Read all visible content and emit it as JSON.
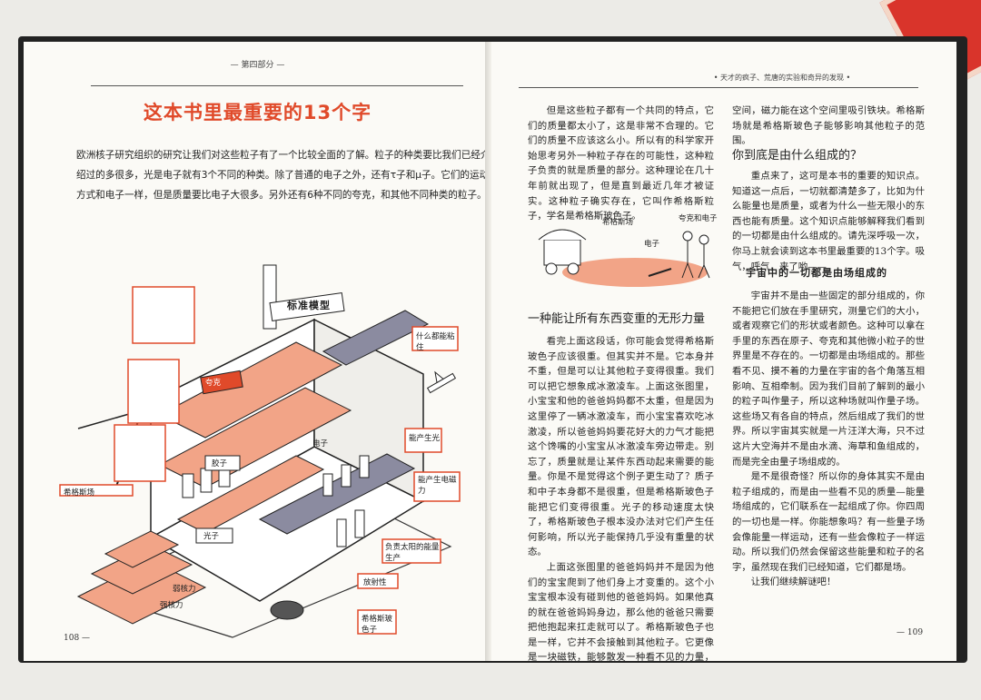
{
  "left_page": {
    "running_head": "— 第四部分 —",
    "title": "这本书里最重要的13个字",
    "intro": "欧洲核子研究组织的研究让我们对这些粒子有了一个比较全面的了解。粒子的种类要比我们已经介绍过的多很多，光是电子就有3个不同的种类。除了普通的电子之外，还有τ子和μ子。它们的运动方式和电子一样，但是质量要比电子大很多。另外还有6种不同的夸克，和其他不同种类的粒子。",
    "page_number": "108 —",
    "illustration_labels": {
      "standard_model": "标准模型",
      "quark": "夸克",
      "electron": "电子",
      "gluon": "胶子",
      "photon": "光子",
      "what_connects": "什么都能粘住",
      "can_produce_light": "能产生光",
      "can_produce_em": "能产生电磁力",
      "weak_force": "弱核力",
      "strong_force": "强核力",
      "sun_energy": "负责太阳的能量生产",
      "radioactivity": "放射性",
      "higgs_boson": "希格斯玻色子",
      "higgs_field": "希格斯场"
    }
  },
  "right_page": {
    "running_head": "• 天才的疯子、荒唐的实验和奇异的发现 •",
    "page_number": "— 109",
    "col1_p1": "但是这些粒子都有一个共同的特点，它们的质量都太小了，这是非常不合理的。它们的质量不应该这么小。所以有的科学家开始思考另外一种粒子存在的可能性，这种粒子负责的就是质量的部分。这种理论在几十年前就出现了，但是直到最近几年才被证实。这种粒子确实存在，它叫作希格斯粒子，学名是希格斯玻色子。",
    "fig_labels": {
      "higgs_field": "希格斯场",
      "electron": "电子",
      "quark_and_electron": "夸克和电子"
    },
    "heading1": "一种能让所有东西变重的无形力量",
    "col1_p2": "看完上面这段话，你可能会觉得希格斯玻色子应该很重。但其实并不是。它本身并不重，但是可以让其他粒子变得很重。我们可以把它想象成冰激凌车。上面这张图里，小宝宝和他的爸爸妈妈都不太重，但是因为这里停了一辆冰激凌车，而小宝宝喜欢吃冰激凌，所以爸爸妈妈要花好大的力气才能把这个馋嘴的小宝宝从冰激凌车旁边带走。别忘了，质量就是让某件东西动起来需要的能量。你是不是觉得这个例子更生动了？质子和中子本身都不是很重，但是希格斯玻色子能把它们变得很重。光子的移动速度太快了，希格斯玻色子根本没办法对它们产生任何影响，所以光子能保持几乎没有重量的状态。",
    "col1_p3": "上面这张图里的爸爸妈妈并不是因为他们的宝宝爬到了他们身上才变重的。这个小宝宝根本没有碰到他的爸爸妈妈。如果他真的就在爸爸妈妈身边，那么他的爸爸只需要把他抱起来扛走就可以了。希格斯玻色子也是一样，它并不会接触到其他粒子。它更像是一块磁铁，能够散发一种看不见的力量，让其他粒子获得额外的质量。这种看不见的力量的活动范围被称为“场”。所以磁场也是一个",
    "col2_p1": "空间，磁力能在这个空间里吸引铁块。希格斯场就是希格斯玻色子能够影响其他粒子的范围。",
    "heading2": "你到底是由什么组成的？",
    "col2_p2": "重点来了，这可是本书的重要的知识点。知道这一点后，一切就都清楚多了，比如为什么能量也是质量，或者为什么一些无限小的东西也能有质量。这个知识点能够解释我们看到的一切都是由什么组成的。请先深呼吸一次，你马上就会读到这本书里最重要的13个字。吸气，呼气，来了哟——",
    "key_sentence": "宇宙中的一切都是由场组成的",
    "col2_p3": "宇宙并不是由一些固定的部分组成的，你不能把它们放在手里研究，测量它们的大小，或者观察它们的形状或者颜色。这种可以拿在手里的东西在原子、夸克和其他微小粒子的世界里是不存在的。一切都是由场组成的。那些看不见、摸不着的力量在宇宙的各个角落互相影响、互相牵制。因为我们目前了解到的最小的粒子叫作量子，所以这种场就叫作量子场。这些场又有各自的特点，然后组成了我们的世界。所以宇宙其实就是一片汪洋大海，只不过这片大空海并不是由水滴、海草和鱼组成的，而是完全由量子场组成的。",
    "col2_p4": "是不是很奇怪？所以你的身体其实不是由粒子组成的，而是由一些看不见的质量—能量场组成的，它们联系在一起组成了你。你四周的一切也是一样。你能想象吗？有一些量子场会像能量一样运动，还有一些会像粒子一样运动。所以我们仍然会保留这些能量和粒子的名字，虽然现在我们已经知道，它们都是场。",
    "col2_p5": "让我们继续解谜吧！"
  },
  "colors": {
    "accent": "#e04a2a",
    "salmon": "#f2a487"
  }
}
